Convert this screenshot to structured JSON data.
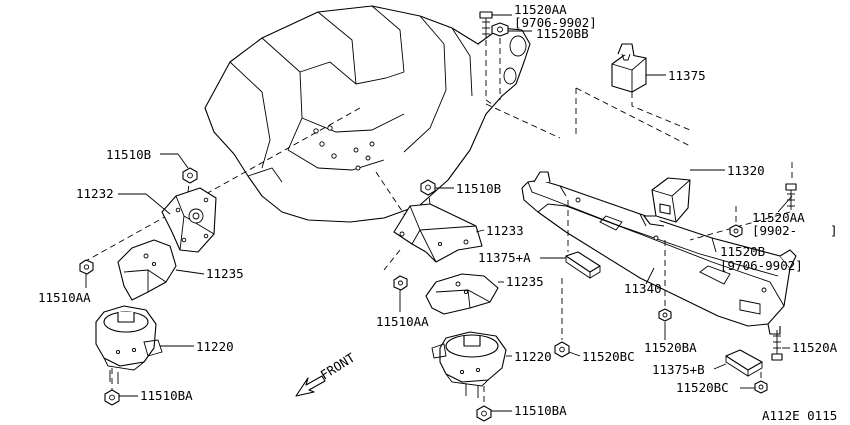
{
  "labels": {
    "l_11520AA_top": "11520AA",
    "l_date_top": "[9706-9902]",
    "l_11520BB": "11520BB",
    "l_11375": "11375",
    "l_11510B_left": "11510B",
    "l_11232": "11232",
    "l_11510B_mid": "11510B",
    "l_11233": "11233",
    "l_11320": "11320",
    "l_11520AA_right": "11520AA",
    "l_9902": "[9902-",
    "l_bracket_close": "]",
    "l_11520B": "11520B",
    "l_date_right": "[9706-9902]",
    "l_11375A": "11375+A",
    "l_11235_left": "11235",
    "l_11235_mid": "11235",
    "l_11510AA_left": "11510AA",
    "l_11510AA_mid": "11510AA",
    "l_11340": "11340",
    "l_11220_left": "11220",
    "l_11220_mid": "11220",
    "l_11520BC_mid": "11520BC",
    "l_11520BA_right": "11520BA",
    "l_11520A": "11520A",
    "l_11375B": "11375+B",
    "l_11520BC_right": "11520BC",
    "l_11510BA_left": "11510BA",
    "l_11510BA_mid": "11510BA",
    "l_front": "FRONT",
    "l_code": "A112E 0115"
  },
  "icons": {
    "front_arrow": "front-arrow-icon"
  }
}
